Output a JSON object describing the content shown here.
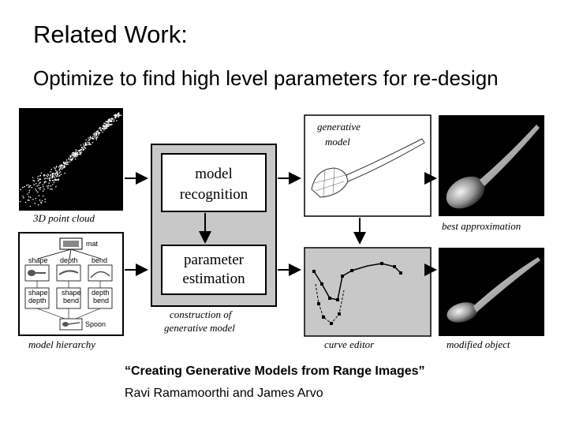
{
  "slide": {
    "title": "Related Work:",
    "subtitle": "Optimize to find high level parameters for re-design"
  },
  "figure": {
    "captions": {
      "point_cloud": "3D point cloud",
      "hierarchy": "model hierarchy",
      "construction_line1": "construction of",
      "construction_line2": "generative model",
      "generative_line1": "generative",
      "generative_line2": "model",
      "curve_editor": "curve editor",
      "best_approx": "best approximation",
      "modified": "modified object"
    },
    "boxes": {
      "model_recognition_line1": "model",
      "model_recognition_line2": "recognition",
      "parameter_estimation_line1": "parameter",
      "parameter_estimation_line2": "estimation"
    },
    "hierarchy_nodes": {
      "mat": "mat",
      "shape": "shape",
      "depth": "depth",
      "bend": "bend",
      "shape_depth_1": "shape",
      "shape_depth_2": "depth",
      "shape_bend_1": "shape",
      "shape_bend_2": "bend",
      "depth_bend_1": "depth",
      "depth_bend_2": "bend",
      "spoon": "Spoon"
    }
  },
  "citation": {
    "title": "“Creating Generative Models from Range Images”",
    "authors": "Ravi Ramamoorthi and James Arvo"
  }
}
